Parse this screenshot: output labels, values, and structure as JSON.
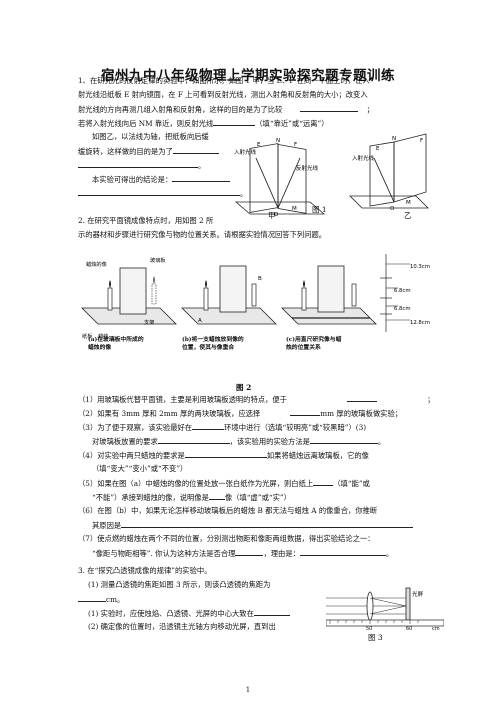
{
  "title": "宿州九中八年级物理上学期实验探究题专题训练",
  "q1": {
    "lines": [
      "1、在研究光的反射定律的实验中，如图所示。如图 1 甲，当 E、F 在同一平面上时，让入",
      "射光线沿纸板 E 射向镜面，在 F 上可看到反射光线，测出入射角和反射角的大小；改变入",
      "射光线的方向再测几组入射角和反射角，这样的目的是为了比较",
      "若将入射光线向后 NM 靠近，则反射光线",
      "（填“靠近”或“远离”）",
      "如图乙，以法线为轴，把纸板向后缓",
      "缓旋转，这样做的目的是为了",
      "本实验可得出的结论是：",
      "。",
      "。"
    ],
    "semicolon": "；",
    "fig_caption": "图 1",
    "fig_label_jia": "甲",
    "fig_label_yi": "乙",
    "fig_labels": [
      "入射光线",
      "反射光线",
      "E",
      "N",
      "F",
      "O",
      "M",
      "入射光线",
      "E",
      "N",
      "F",
      "O",
      "M"
    ]
  },
  "q2": {
    "intro": [
      "2. 在研究平面镜成像特点时，用如图 2 所",
      "示的器材和步骤进行研究像与物的位置关系。请根据实验情况回答下列问题。"
    ],
    "fig_caption": "图 2",
    "panel_labels": [
      "(a)在玻璃板中所成的蜡烛的像",
      "(b)将一支蜡烛放到像的位置，使其与像重合",
      "(c)用直尺研究像与蜡烛的位置关系"
    ],
    "fig_labels": [
      "蜡烛的像",
      "玻璃板",
      "蜡烛",
      "支架",
      "纸板",
      "A",
      "B"
    ],
    "measurements": [
      "10.3cm",
      "6.8cm",
      "6.8cm",
      "12.8cm"
    ],
    "items": [
      "（1）用玻璃板代替平面镜，主要是利用玻璃板透明的特点，便于",
      "（2）如果有 3mm 厚和 2mm 厚的两块玻璃板，应选择",
      "mm 厚的玻璃板做实验；",
      "（3）为了便于观察，该实验最好在",
      "环境中进行（选填“较明亮”或“较黑暗”）(3)",
      "对玻璃板放置的要求",
      "，该实验用的实验方法是",
      "（4）对实验中两只蜡烛的要求是",
      "如果将蜡烛远离玻璃板，它的像",
      "（填“变大”“变小”或“不变”）",
      "（5）如果在图（a）中蜡烛的像的位置处放一张白纸作为光屏，则白纸上",
      "（填“能”或",
      "“不能”）承接到蜡烛的像，说明像是",
      "像（填“虚”或“实”）",
      "（6）在图（b）中，如果无论怎样移动玻璃板后的蜡烛 B 都无法与蜡烛 A 的像重合，你推断",
      "其原因是",
      "（7）使点燃的蜡烛在两个不同的位置，分别测出物距和像距两组数据，得出实验结论之一：",
      "“像距与物距相等”. 你认为这种方法是否合理",
      "，理由是：",
      "。"
    ],
    "end_marks": [
      "；",
      "。",
      "。",
      "。",
      "。"
    ]
  },
  "q3": {
    "lines": [
      "3. 在“探究凸透镜成像的规律”的实验中。",
      "(1) 测量凸透镜的焦距如图 3 所示，则该凸透镜的焦距为",
      "cm。",
      "(1) 实验时，应使烛焰、凸透镜、光屏的中心大致在",
      "(2) 确定像的位置时，沿透镜主光轴方向移动光屏，直到出"
    ],
    "fig_caption": "图 3",
    "fig_labels": [
      "光屏",
      "50",
      "60",
      "cm"
    ]
  },
  "page_number": "1"
}
